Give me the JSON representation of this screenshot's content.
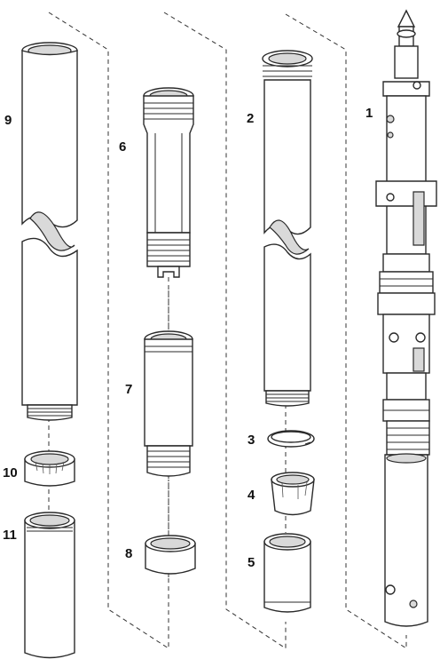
{
  "labels": {
    "p1": "1",
    "p2": "2",
    "p3": "3",
    "p4": "4",
    "p5": "5",
    "p6": "6",
    "p7": "7",
    "p8": "8",
    "p9": "9",
    "p10": "10",
    "p11": "11"
  },
  "colors": {
    "line": "#2a2a2a",
    "shade": "#d9d9d9",
    "background": "#ffffff"
  }
}
